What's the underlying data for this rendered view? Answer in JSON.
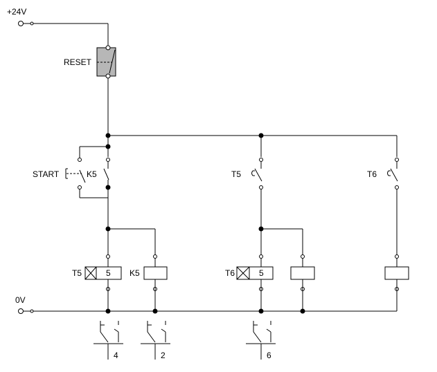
{
  "supply": {
    "positive": "+24V",
    "ground": "0V"
  },
  "reset": {
    "label": "RESET"
  },
  "start": {
    "label": "START"
  },
  "contacts": {
    "k5": "K5",
    "t5": "T5",
    "t6": "T6"
  },
  "coils": {
    "t5": {
      "label": "T5",
      "value": "5"
    },
    "k5": {
      "label": "K5"
    },
    "t6": {
      "label": "T6",
      "value": "5"
    }
  },
  "refs": {
    "a": "4",
    "b": "2",
    "c": "6"
  }
}
